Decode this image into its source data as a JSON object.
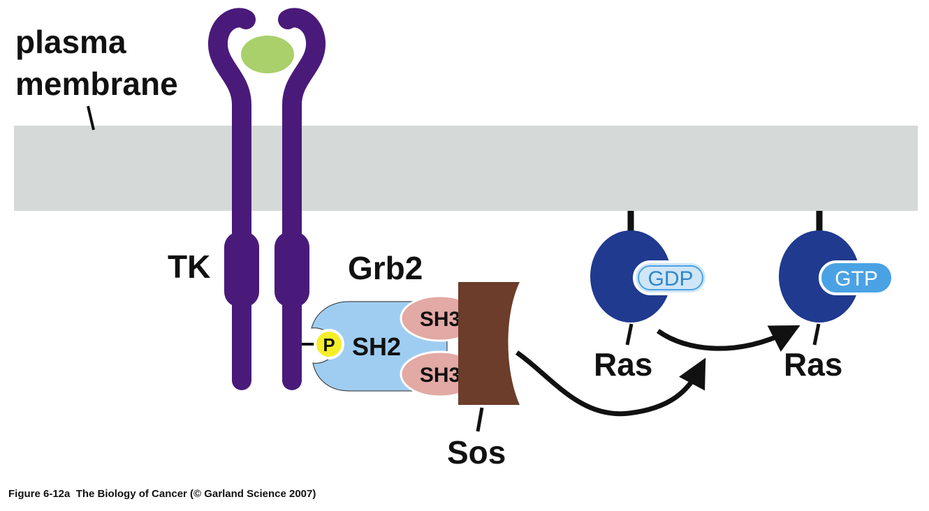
{
  "labels": {
    "plasma_membrane_line1": "plasma",
    "plasma_membrane_line2": "membrane",
    "tk": "TK",
    "grb2": "Grb2",
    "sh2": "SH2",
    "sh3_top": "SH3",
    "sh3_bottom": "SH3",
    "phospho": "P",
    "sos": "Sos",
    "gdp": "GDP",
    "gtp": "GTP",
    "ras_left": "Ras",
    "ras_right": "Ras"
  },
  "caption": "Figure 6-12a  The Biology of Cancer (© Garland Science 2007)",
  "colors": {
    "membrane": "#d5dad8",
    "receptor": "#4a1a7a",
    "ligand": "#a9d06a",
    "grb2_body": "#9fcdf2",
    "sh3": "#e3a9a4",
    "phospho": "#f4ee2a",
    "sos": "#6b3d2a",
    "ras": "#1f3a8f",
    "gdp_fill": "#cfe6f7",
    "gtp_fill": "#4aa2e4"
  }
}
